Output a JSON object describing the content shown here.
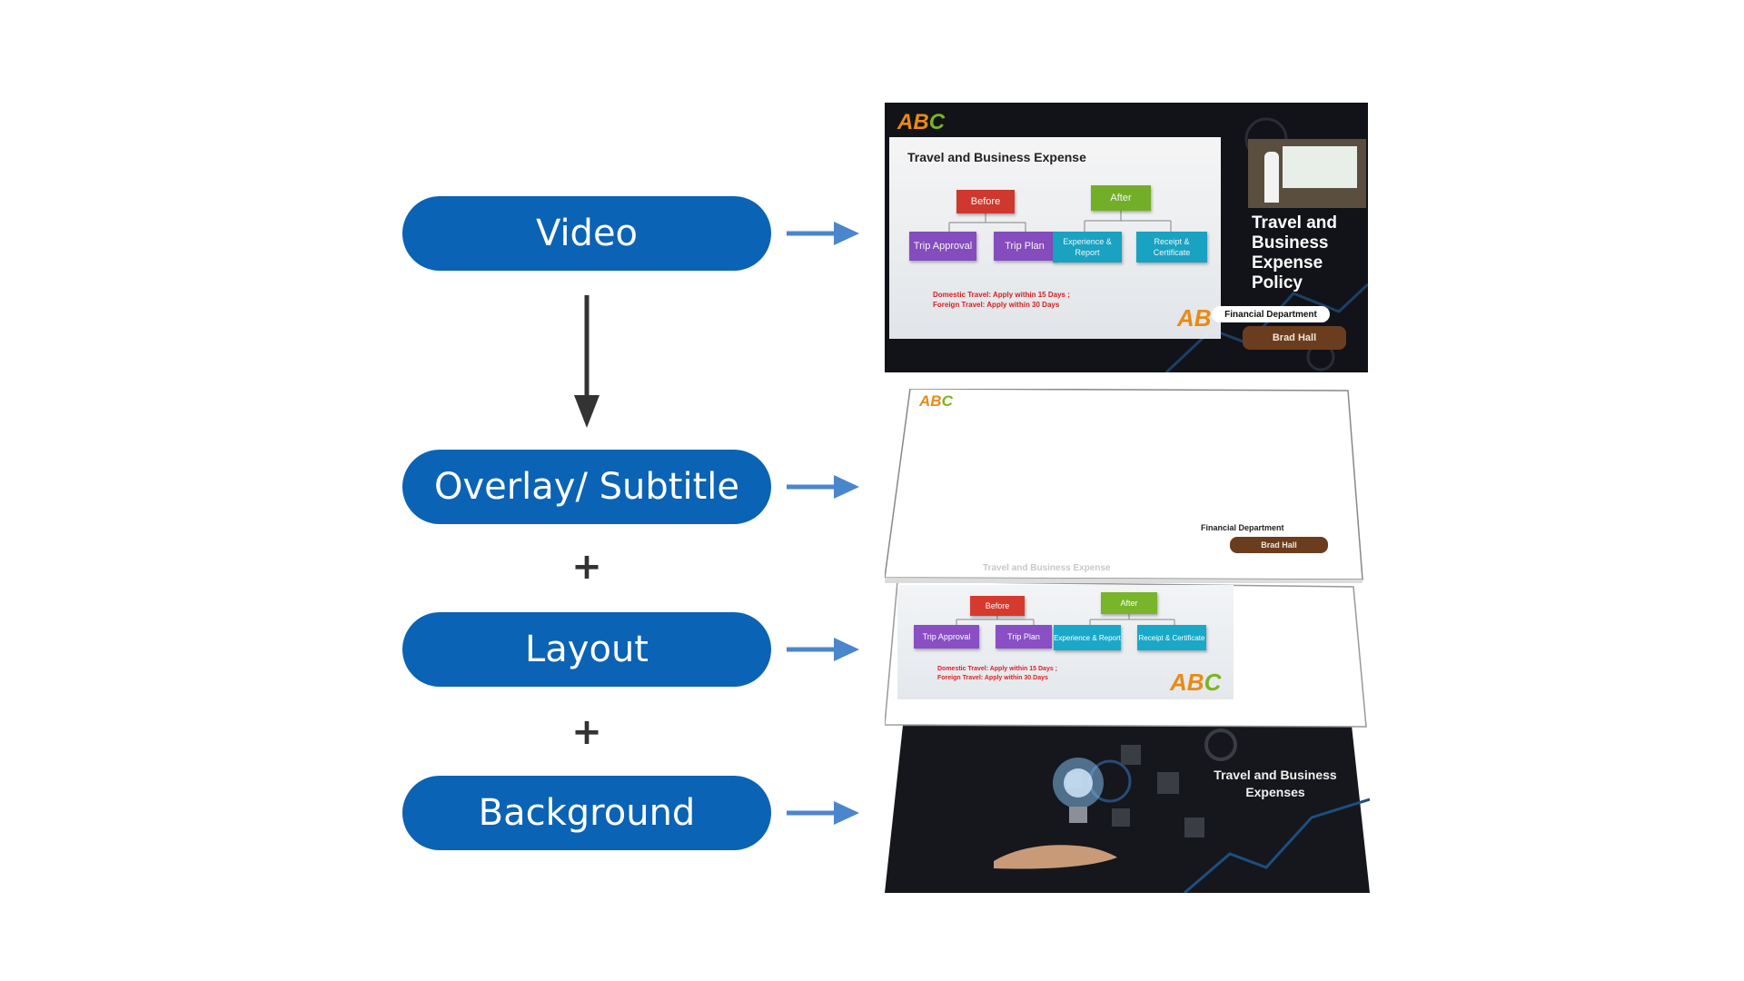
{
  "steps": {
    "video": "Video",
    "overlay": "Overlay/ Subtitle",
    "layout": "Layout",
    "background": "Background"
  },
  "operators": {
    "plus1": "+",
    "plus2": "+"
  },
  "slide": {
    "logo_a": "A",
    "logo_b": "B",
    "logo_c": "C",
    "title": "Travel and Business Expense",
    "before": "Before",
    "after": "After",
    "trip_approval": "Trip Approval",
    "trip_plan": "Trip Plan",
    "experience_report": "Experience & Report",
    "receipt_certificate": "Receipt & Certificate",
    "domestic": "Domestic Travel:  Apply within 15 Days ;",
    "foreign": "Foreign Travel:  Apply within 30 Days"
  },
  "video_panel": {
    "side_title": "Travel and Business Expense Policy",
    "department": "Financial Department",
    "presenter": "Brad Hall"
  },
  "overlay_panel": {
    "department": "Financial Department",
    "presenter": "Brad Hall"
  },
  "background_panel": {
    "text": "Travel and Business Expenses"
  },
  "colors": {
    "pill": "#0a63b5",
    "arrow_blue": "#4a86cc",
    "arrow_dark": "#333333",
    "dark_bg": "#111318",
    "name_tag": "#6b3d1f",
    "red_box": "#d63a2f",
    "green_box": "#78b52a",
    "purple_box": "#8a4fc4",
    "teal_box": "#1aa8c8"
  },
  "icons": {
    "right_arrow": "right-arrow-icon",
    "down_arrow": "down-arrow-icon",
    "bulb": "lightbulb-icon",
    "hand": "hand-icon"
  }
}
